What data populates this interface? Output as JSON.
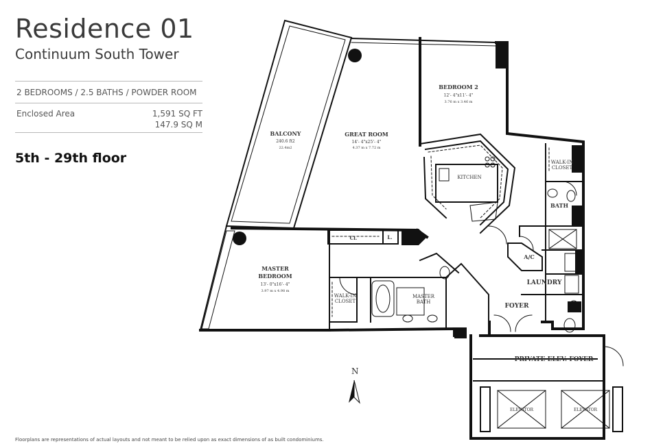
{
  "header": {
    "title": "Residence 01",
    "subtitle": "Continuum South Tower",
    "configuration": "2 BEDROOMS / 2.5 BATHS / POWDER ROOM",
    "area_label": "Enclosed Area",
    "area_sqft": "1,591 SQ FT",
    "area_sqm": "147.9 SQ M",
    "floors": "5th - 29th floor"
  },
  "rooms": {
    "balcony": {
      "name": "BALCONY",
      "dim1": "240.6 ft2",
      "dim2": "22.4m2"
    },
    "great_room": {
      "name": "GREAT ROOM",
      "dim1": "14'- 4\"x25'- 4\"",
      "dim2": "4.37 m x 7.72 m"
    },
    "bedroom2": {
      "name": "BEDROOM 2",
      "dim1": "12'- 4\"x11'- 4\"",
      "dim2": "3.76 m x 3.46 m"
    },
    "master_bedroom": {
      "name1": "MASTER",
      "name2": "BEDROOM",
      "dim1": "13'- 0\"x16'- 4\"",
      "dim2": "3.97 m x 4.98 m"
    },
    "kitchen": "KITCHEN",
    "walkin_closet_right": {
      "line1": "WALK-IN",
      "line2": "CLOSET"
    },
    "walkin_closet_left": {
      "line1": "WALK-IN",
      "line2": "CLOSET"
    },
    "bath": "BATH",
    "master_bath": {
      "line1": "MASTER",
      "line2": "BATH"
    },
    "ac": "A/C",
    "laundry": "LAUNDRY",
    "foyer": "FOYER",
    "private_foyer": "PRIVATE ELEV. FOYER",
    "elevator_1": "ELEVATOR",
    "elevator_2": "ELEVATOR",
    "closet_cl": "Cl.",
    "closet_l": "L."
  },
  "compass": "N",
  "disclaimer": "Floorplans are representations of actual layouts and not meant to be relied upon as exact dimensions of as built condominiums."
}
